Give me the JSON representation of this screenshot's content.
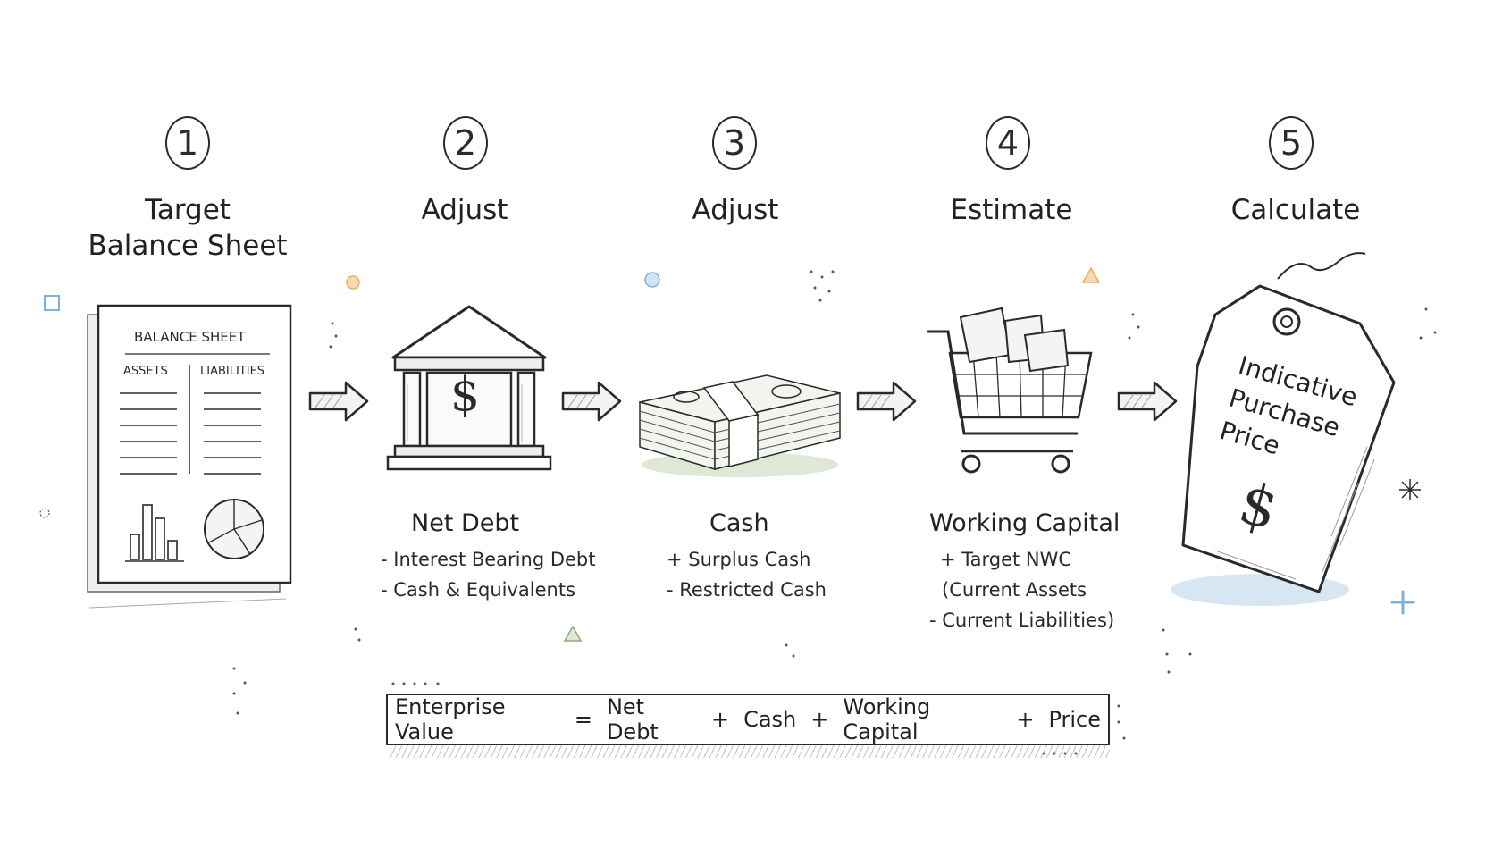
{
  "steps": [
    {
      "number": "1",
      "title_line1": "Target",
      "title_line2": "Balance Sheet"
    },
    {
      "number": "2",
      "title_line1": "Adjust"
    },
    {
      "number": "3",
      "title_line1": "Adjust"
    },
    {
      "number": "4",
      "title_line1": "Estimate"
    },
    {
      "number": "5",
      "title_line1": "Calculate"
    }
  ],
  "balance_sheet": {
    "heading": "BALANCE SHEET",
    "col_left": "ASSETS",
    "col_right": "LIABILITIES"
  },
  "net_debt": {
    "title": "Net Debt",
    "line1": "- Interest Bearing Debt",
    "line2": "- Cash & Equivalents"
  },
  "cash": {
    "title": "Cash",
    "line1": "+ Surplus Cash",
    "line2": "- Restricted Cash"
  },
  "working_capital": {
    "title": "Working Capital",
    "line1": "+ Target NWC",
    "line2": "(Current Assets",
    "line3": "- Current Liabilities)"
  },
  "price_tag": {
    "line1": "Indicative",
    "line2": "Purchase",
    "line3": "Price",
    "symbol": "$"
  },
  "bank_symbol": "$",
  "equation": {
    "term1": "Enterprise Value",
    "eq": "=",
    "term2": "Net Debt",
    "plus1": "+",
    "term3": "Cash",
    "plus2": "+",
    "term4": "Working Capital",
    "plus3": "+",
    "term5": "Price"
  },
  "colors": {
    "ink": "#2a2a2a",
    "money_green": "#dfe8d6",
    "accent_blue": "#7fb2d9",
    "accent_orange": "#e9b061"
  }
}
